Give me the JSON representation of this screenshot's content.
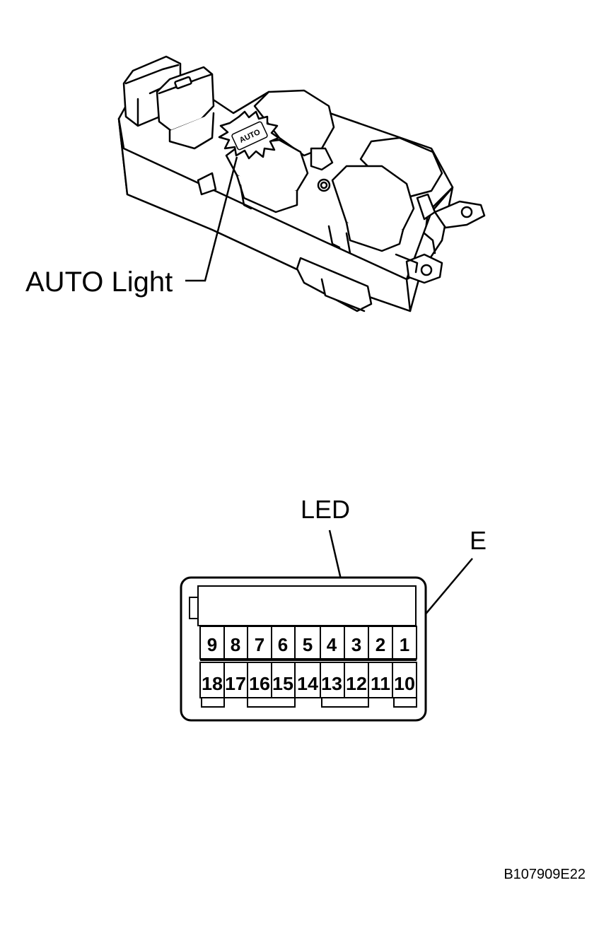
{
  "switch_illustration": {
    "auto_label": "AUTO Light",
    "button_text": "AUTO"
  },
  "connector": {
    "led_label": "LED",
    "e_label": "E",
    "top_row": [
      "9",
      "8",
      "7",
      "6",
      "5",
      "4",
      "3",
      "2",
      "1"
    ],
    "bottom_row": [
      "18",
      "17",
      "16",
      "15",
      "14",
      "13",
      "12",
      "11",
      "10"
    ]
  },
  "figure_code": "B107909E22"
}
